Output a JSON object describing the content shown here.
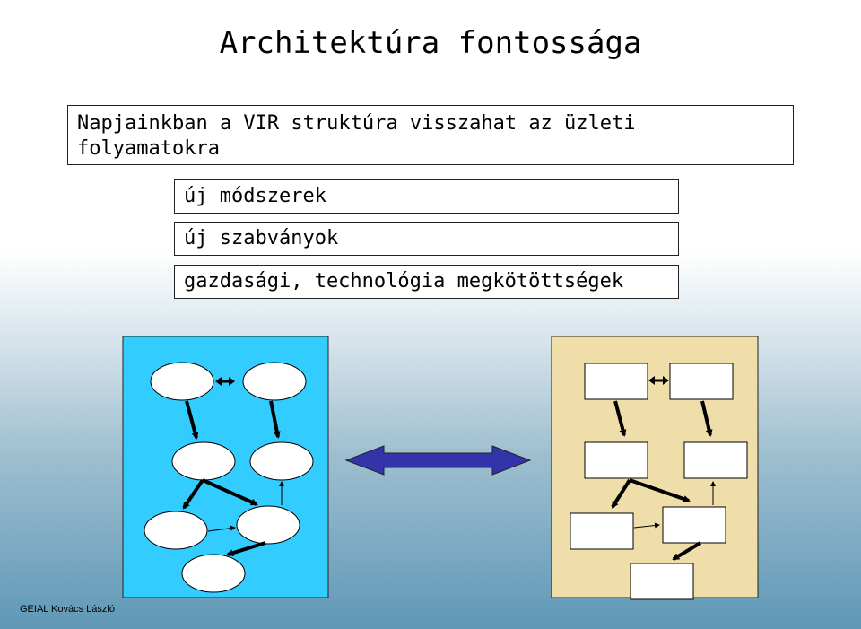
{
  "title": "Architektúra fontossága",
  "main_statement": "Napjainkban a VIR struktúra visszahat az üzleti folyamatokra",
  "items": [
    "új módszerek",
    "új szabványok",
    "gazdasági, technológia megkötöttségek"
  ],
  "footer": "GEIAL Kovács László",
  "colors": {
    "left_panel": "#33ccff",
    "right_panel": "#f0deaa",
    "connector_arrow": "#3333aa"
  }
}
